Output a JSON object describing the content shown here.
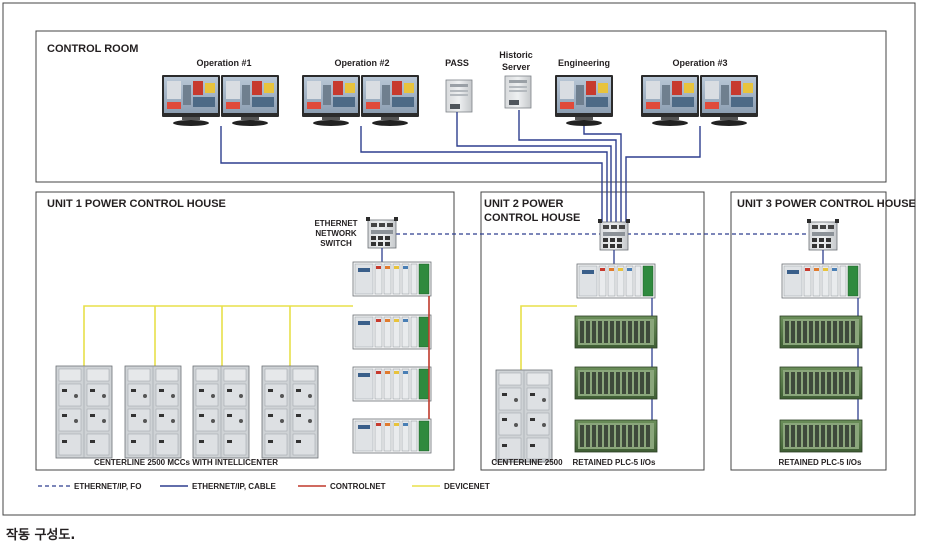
{
  "zones": {
    "control_room": "CONTROL ROOM",
    "unit1": "UNIT 1 POWER CONTROL HOUSE",
    "unit2_line1": "UNIT 2 POWER",
    "unit2_line2": "CONTROL HOUSE",
    "unit3": "UNIT 3 POWER CONTROL HOUSE"
  },
  "stations": {
    "op1": "Operation #1",
    "op2": "Operation #2",
    "pass": "PASS",
    "historic_line1": "Historic",
    "historic_line2": "Server",
    "engineering": "Engineering",
    "op3": "Operation #3"
  },
  "switch_label": [
    "ETHERNET",
    "NETWORK",
    "SWITCH"
  ],
  "equipment": {
    "mcc_unit1": "CENTERLINE 2500 MCCs WITH INTELLICENTER",
    "mcc_unit2": "CENTERLINE 2500",
    "plc_unit2": "RETAINED PLC-5 I/Os",
    "plc_unit3": "RETAINED PLC-5 I/Os"
  },
  "legend": {
    "items": [
      {
        "label": "ETHERNET/IP, FO",
        "color": "#2e3f8f",
        "style": "dashed"
      },
      {
        "label": "ETHERNET/IP, CABLE",
        "color": "#2e3f8f",
        "style": "solid"
      },
      {
        "label": "CONTROLNET",
        "color": "#c0392b",
        "style": "solid"
      },
      {
        "label": "DEVICENET",
        "color": "#e8e04a",
        "style": "solid"
      }
    ]
  },
  "caption": "작동 구성도."
}
